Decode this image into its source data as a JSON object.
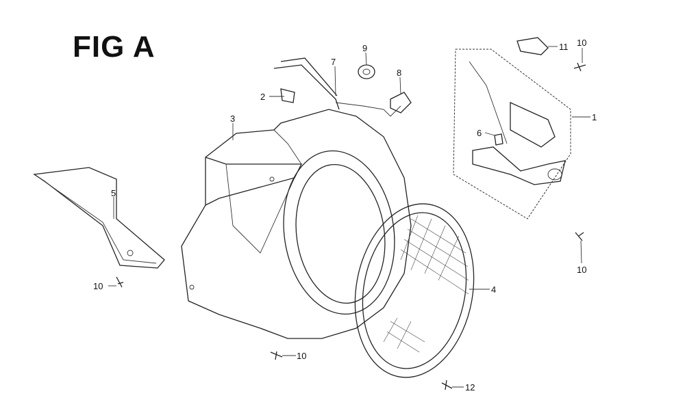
{
  "title": "FIG A",
  "callouts": {
    "c1": "1",
    "c2": "2",
    "c3": "3",
    "c4": "4",
    "c5": "5",
    "c6": "6",
    "c7": "7",
    "c8": "8",
    "c9": "9",
    "c10a": "10",
    "c10b": "10",
    "c10c": "10",
    "c10d": "10",
    "c11": "11",
    "c12": "12"
  }
}
